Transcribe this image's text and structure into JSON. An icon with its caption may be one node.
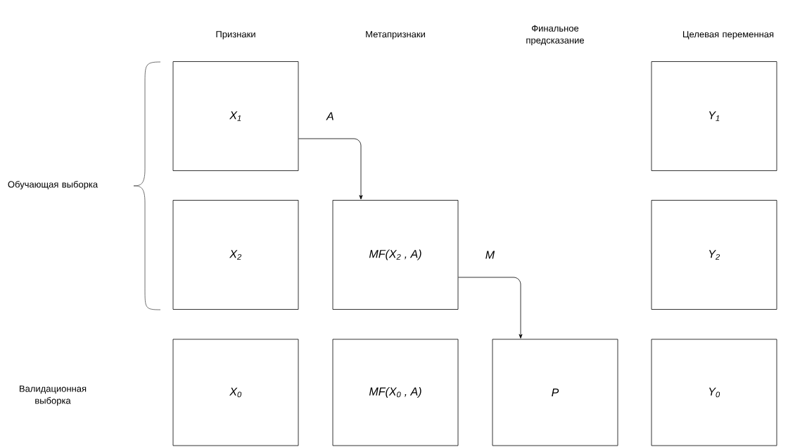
{
  "diagram": {
    "nodes": [
      {
        "text": [
          "X$_{1}$"
        ]
      },
      {
        "text": [
          "Y$_{1}$"
        ]
      },
      {
        "text": [
          "X$_{2}$"
        ]
      },
      {
        "text": [
          "MF(X$_{2}$ , A)"
        ]
      },
      {
        "text": [
          "Y$_{2}$"
        ]
      },
      {
        "text": [
          "X$_{0}$"
        ]
      },
      {
        "text": [
          "MF(X$_{0}$ , A)"
        ]
      },
      {
        "text": [
          "P"
        ]
      },
      {
        "text": [
          "Y$_{0}$"
        ]
      }
    ],
    "edges": [
      {
        "from": 0,
        "to": 3,
        "arrow": "to",
        "label": "A"
      },
      {
        "from": 3,
        "to": 7,
        "arrow": "to",
        "label": "M"
      }
    ],
    "labels": [
      "Признаки",
      "Метапризнаки",
      "Финальное предсказание",
      "Целевая переменная",
      "Обучающая выборка",
      "Валидационная выборка"
    ]
  }
}
